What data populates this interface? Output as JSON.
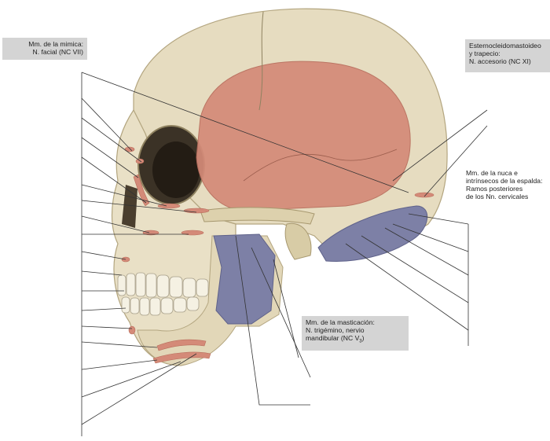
{
  "labels": {
    "mimica": {
      "line1": "Mm. de la mimica:",
      "line2": "N. facial (NC VII)"
    },
    "esterno": {
      "line1": "Esternocleidomastoideo",
      "line2": "y trapecio:",
      "line3": "N. accesorio (NC XI)"
    },
    "nuca": {
      "line1": "Mm. de la nuca e",
      "line2": "intrínsecos de la espalda:",
      "line3": "Ramos posteriores",
      "line4": "de los Nn. cervicales"
    },
    "masticacion": {
      "line1": "Mm. de la masticación:",
      "line2": "N. trigémino, nervio",
      "line3": "mandibular (NC V",
      "line3_sub": "3",
      "line3_end": ")"
    }
  },
  "colors": {
    "bone": "#e6dcc0",
    "bone_shadow": "#c9bd98",
    "muscle_red": "#d48a78",
    "nerve_blue": "#7d80a6",
    "label_bg": "#d4d4d4",
    "leader_line": "#333333"
  }
}
